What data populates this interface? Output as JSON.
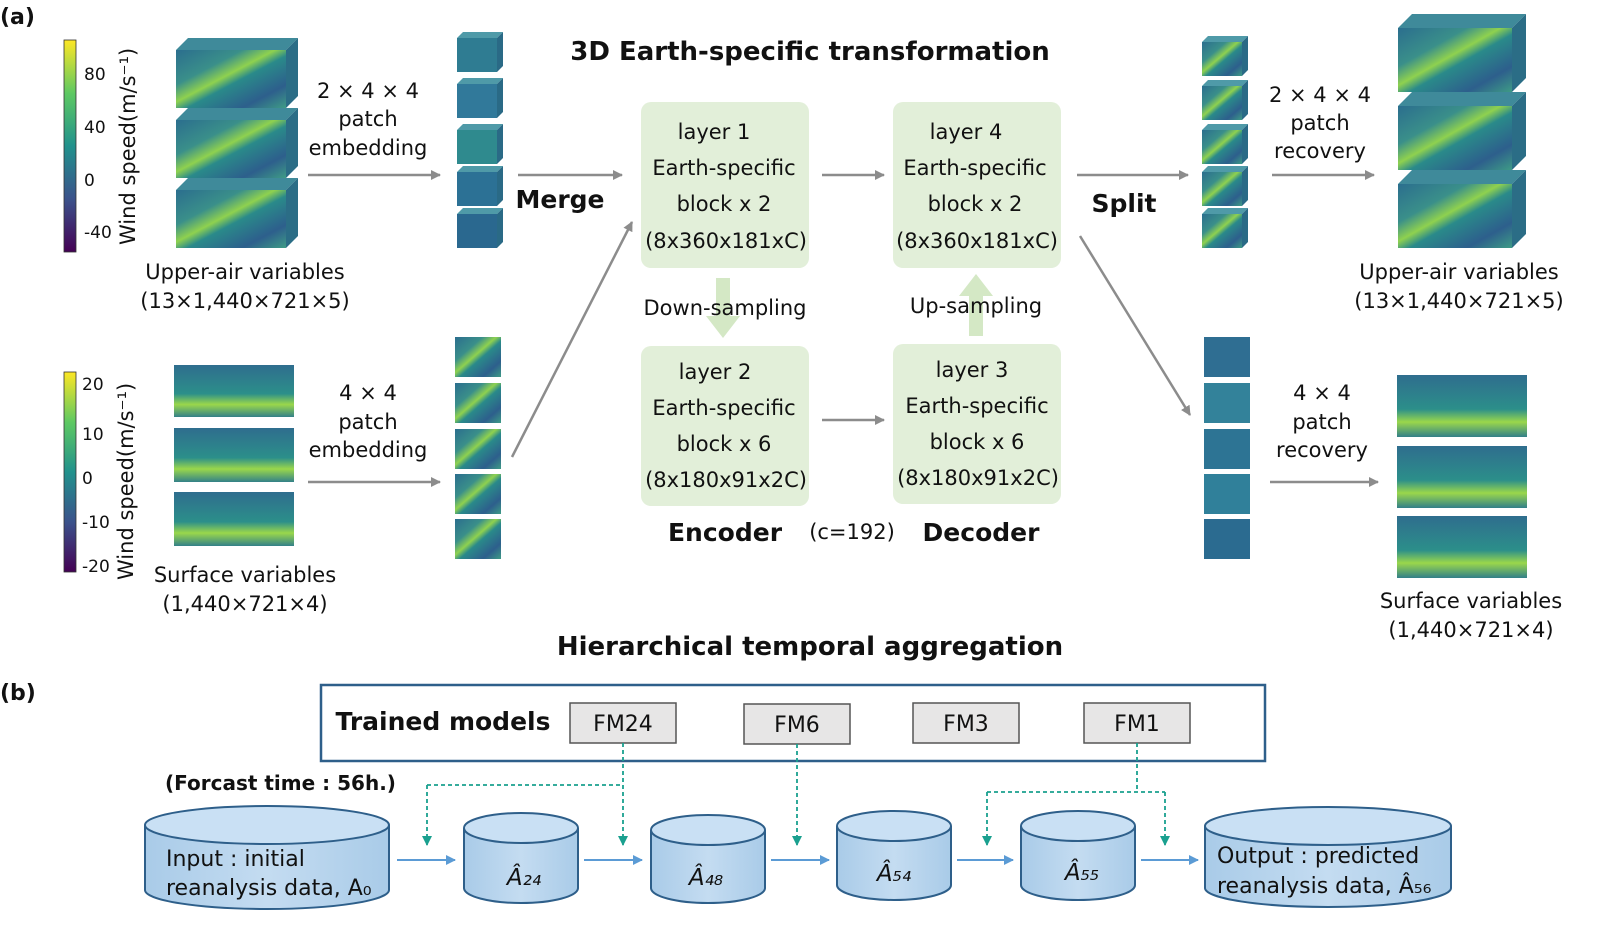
{
  "panel_a": {
    "tag": "(a)",
    "title": "3D Earth-specific transformation",
    "input_upper": {
      "name": "Upper-air variables",
      "dims": "(13×1,440×721×5)"
    },
    "input_surface": {
      "name": "Surface variables",
      "dims": "(1,440×721×4)"
    },
    "colorbar_upper": {
      "label": "Wind speed(m/s⁻¹)",
      "ticks": [
        "80",
        "40",
        "0",
        "-40"
      ]
    },
    "colorbar_surface": {
      "label": "Wind speed(m/s⁻¹)",
      "ticks": [
        "20",
        "10",
        "0",
        "-10",
        "-20"
      ]
    },
    "embed_upper": [
      "2 × 4 × 4",
      "patch",
      "embedding"
    ],
    "embed_surface": [
      "4 × 4",
      "patch",
      "embedding"
    ],
    "merge": "Merge",
    "split": "Split",
    "layers": [
      {
        "name": "layer 1",
        "type": "Earth-specific",
        "block": "block x 2",
        "shape": "(8x360x181xC)"
      },
      {
        "name": "layer 2",
        "type": "Earth-specific",
        "block": "block x 6",
        "shape": "(8x180x91x2C)"
      },
      {
        "name": "layer 3",
        "type": "Earth-specific",
        "block": "block x 6",
        "shape": "(8x180x91x2C)"
      },
      {
        "name": "layer 4",
        "type": "Earth-specific",
        "block": "block x 2",
        "shape": "(8x360x181xC)"
      }
    ],
    "down_sampling": "Down-sampling",
    "up_sampling": "Up-sampling",
    "encoder": "Encoder",
    "decoder": "Decoder",
    "c_value": "(c=192)",
    "recover_upper": [
      "2 × 4 × 4",
      "patch",
      "recovery"
    ],
    "recover_surface": [
      "4 × 4",
      "patch",
      "recovery"
    ],
    "output_upper": {
      "name": "Upper-air variables",
      "dims": "(13×1,440×721×5)"
    },
    "output_surface": {
      "name": "Surface variables",
      "dims": "(1,440×721×4)"
    },
    "colors": {
      "block_fill": "#e2efd9",
      "arrow": "#8c8c8c",
      "cube_base": "#2f6f8f"
    }
  },
  "panel_b": {
    "tag": "(b)",
    "title": "Hierarchical temporal aggregation",
    "trained_models": "Trained models",
    "models": [
      "FM24",
      "FM6",
      "FM3",
      "FM1"
    ],
    "forecast_time": "(Forcast time : 56h.)",
    "input": [
      "Input : initial",
      "reanalysis data, A₀"
    ],
    "stages": [
      "Â₂₄",
      "Â₄₈",
      "Â₅₄",
      "Â₅₅"
    ],
    "output": [
      "Output : predicted",
      "reanalysis data, Â₅₆"
    ],
    "colors": {
      "cylinder_fill": "#bdd7ee",
      "cylinder_stroke": "#2e5f8a",
      "arrow": "#5b9bd5",
      "dashed": "#1aa08f"
    }
  }
}
